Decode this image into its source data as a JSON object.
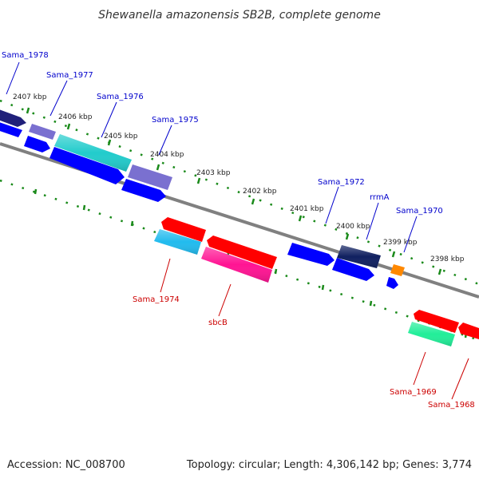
{
  "title": "Shewanella amazonensis SB2B, complete genome",
  "footer": {
    "accession": "Accession: NC_008700",
    "summary": "Topology: circular; Length: 4,306,142 bp; Genes: 3,774"
  },
  "colors": {
    "backbone": "#808080",
    "ticks": "#1a8a1a",
    "forward_label": "#0000cc",
    "reverse_label": "#cc0000",
    "forward_gene": "#0000ff",
    "forward_gene_light": "#7070d0",
    "cyan": "#22cccc",
    "navy": "#102060",
    "reverse_gene": "#ff0000",
    "sky": "#22bbee",
    "magenta": "#ff1493",
    "mint": "#22ee99",
    "orange": "#ff8800"
  },
  "ticks": {
    "labels": [
      "2407 kbp",
      "2406 kbp",
      "2405 kbp",
      "2404 kbp",
      "2403 kbp",
      "2402 kbp",
      "2401 kbp",
      "2400 kbp",
      "2399 kbp",
      "2398 kbp"
    ]
  },
  "genes": {
    "forward_labels": [
      "Sama_1978",
      "Sama_1977",
      "Sama_1976",
      "Sama_1975",
      "Sama_1972",
      "rrmA",
      "Sama_1970"
    ],
    "reverse_labels": [
      "Sama_1974",
      "sbcB",
      "Sama_1969",
      "Sama_1968"
    ]
  }
}
